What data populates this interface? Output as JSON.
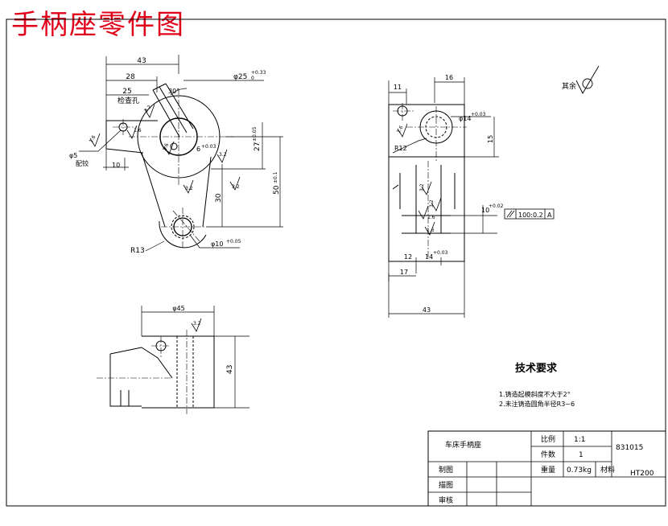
{
  "page_title": "手柄座零件图",
  "front_view": {
    "dims": {
      "overall_width": "43",
      "width_28": "28",
      "width_25": "25",
      "angle": "30°",
      "bore_25": "φ25",
      "bore_25_tol": "+0.33",
      "bore_25_tol_low": "0",
      "hole_6": "6",
      "hole_6_tol": "+0.03",
      "height_27": "27",
      "height_27_tol": "±0.05",
      "height_50": "50",
      "height_50_tol": "±0.1",
      "height_30": "30",
      "radius_13": "R13",
      "hole_10": "φ10",
      "hole_10_tol": "+0.05",
      "hole_5": "φ5",
      "offset_10": "10",
      "note_chk": "检查孔",
      "note_pin": "配铰"
    },
    "roughness": [
      "1.6",
      "1.6",
      "3.2",
      "1.6",
      "3.2",
      "3.2",
      "3.2"
    ]
  },
  "side_view": {
    "dims": {
      "width_11": "11",
      "width_16": "16",
      "bore_14": "φ14",
      "bore_14_tol": "+0.03",
      "radius_12": "R12",
      "height_15": "15",
      "width_12": "12",
      "slot_14": "14",
      "slot_14_tol": "+0.03",
      "width_17": "17",
      "overall_43": "43",
      "slot_10": "10",
      "slot_10_tol": "+0.02",
      "parallel_frame": "100:0.2",
      "datum": "A"
    },
    "roughness": [
      "1.6",
      "3.2",
      "1.6",
      "3.2",
      "1.6"
    ],
    "other_roughness_label": "其余"
  },
  "top_view": {
    "dims": {
      "diameter_45": "φ45",
      "height_43": "43"
    },
    "roughness": [
      "3.2"
    ]
  },
  "requirements": {
    "title": "技术要求",
    "items": [
      "1.铸造起模斜度不大于2°",
      "2.未注铸造圆角半径R3~6"
    ]
  },
  "title_block": {
    "part_name": "车床手柄座",
    "scale_label": "比例",
    "scale_value": "1:1",
    "count_label": "件数",
    "count_value": "1",
    "drawing_no": "831015",
    "drawer_label": "制图",
    "weight_label": "重量",
    "weight_value": "0.73kg",
    "material_label": "材料",
    "material_value": "HT200",
    "tracer_label": "描图",
    "checker_label": "审核"
  }
}
